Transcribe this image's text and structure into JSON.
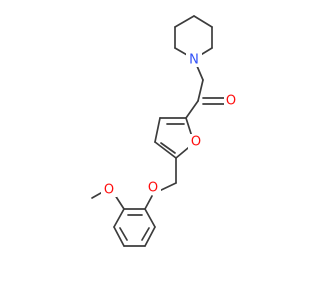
{
  "diagram": {
    "type": "skeletal-structure",
    "colors": {
      "bond": "#3c3c3c",
      "oxygen": "#ff0d0d",
      "nitrogen": "#3050f8",
      "background": "#ffffff"
    },
    "atom_labels": {
      "piperidine_nitrogen": "N",
      "carbonyl_oxygen": "O",
      "furan_oxygen": "O",
      "ether_oxygen": "O",
      "methoxy_oxygen": "O"
    }
  }
}
